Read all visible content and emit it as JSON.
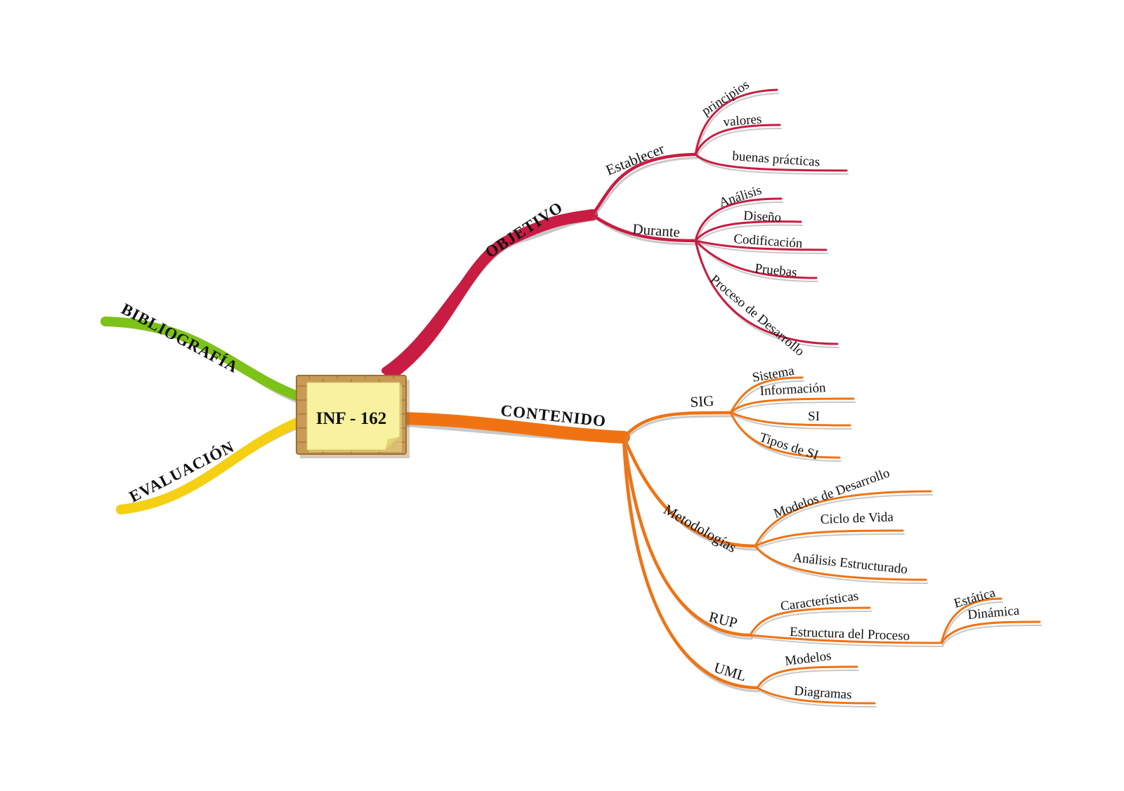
{
  "center": {
    "label": "INF - 162"
  },
  "colors": {
    "objetivo": "#c81c43",
    "contenido": "#f07313",
    "bibliografia": "#7dc218",
    "evaluacion": "#f5cf12",
    "board": "#c89a55",
    "note": "#f7f1a0"
  },
  "branches": {
    "objetivo": "OBJETIVO",
    "contenido": "CONTENIDO",
    "bibliografia": "BIBLIOGRAFÍA",
    "evaluacion": "EVALUACIÓN"
  },
  "objetivo": {
    "establecer": {
      "label": "Establecer",
      "items": [
        "principios",
        "valores",
        "buenas prácticas"
      ]
    },
    "durante": {
      "label": "Durante",
      "items": [
        "Análisis",
        "Diseño",
        "Codificación",
        "Pruebas",
        "Proceso de Desarrollo"
      ]
    }
  },
  "contenido": {
    "sig": {
      "label": "SIG",
      "items": [
        "Sistema",
        "Información",
        "SI",
        "Tipos de SI"
      ]
    },
    "metodologias": {
      "label": "Metodologías",
      "items": [
        "Modelos de Desarrollo",
        "Ciclo de Vida",
        "Análisis Estructurado"
      ]
    },
    "rup": {
      "label": "RUP",
      "items": [
        "Características",
        "Estructura del Proceso"
      ],
      "estructura_items": [
        "Estática",
        "Dinámica"
      ]
    },
    "uml": {
      "label": "UML",
      "items": [
        "Modelos",
        "Diagramas"
      ]
    }
  }
}
